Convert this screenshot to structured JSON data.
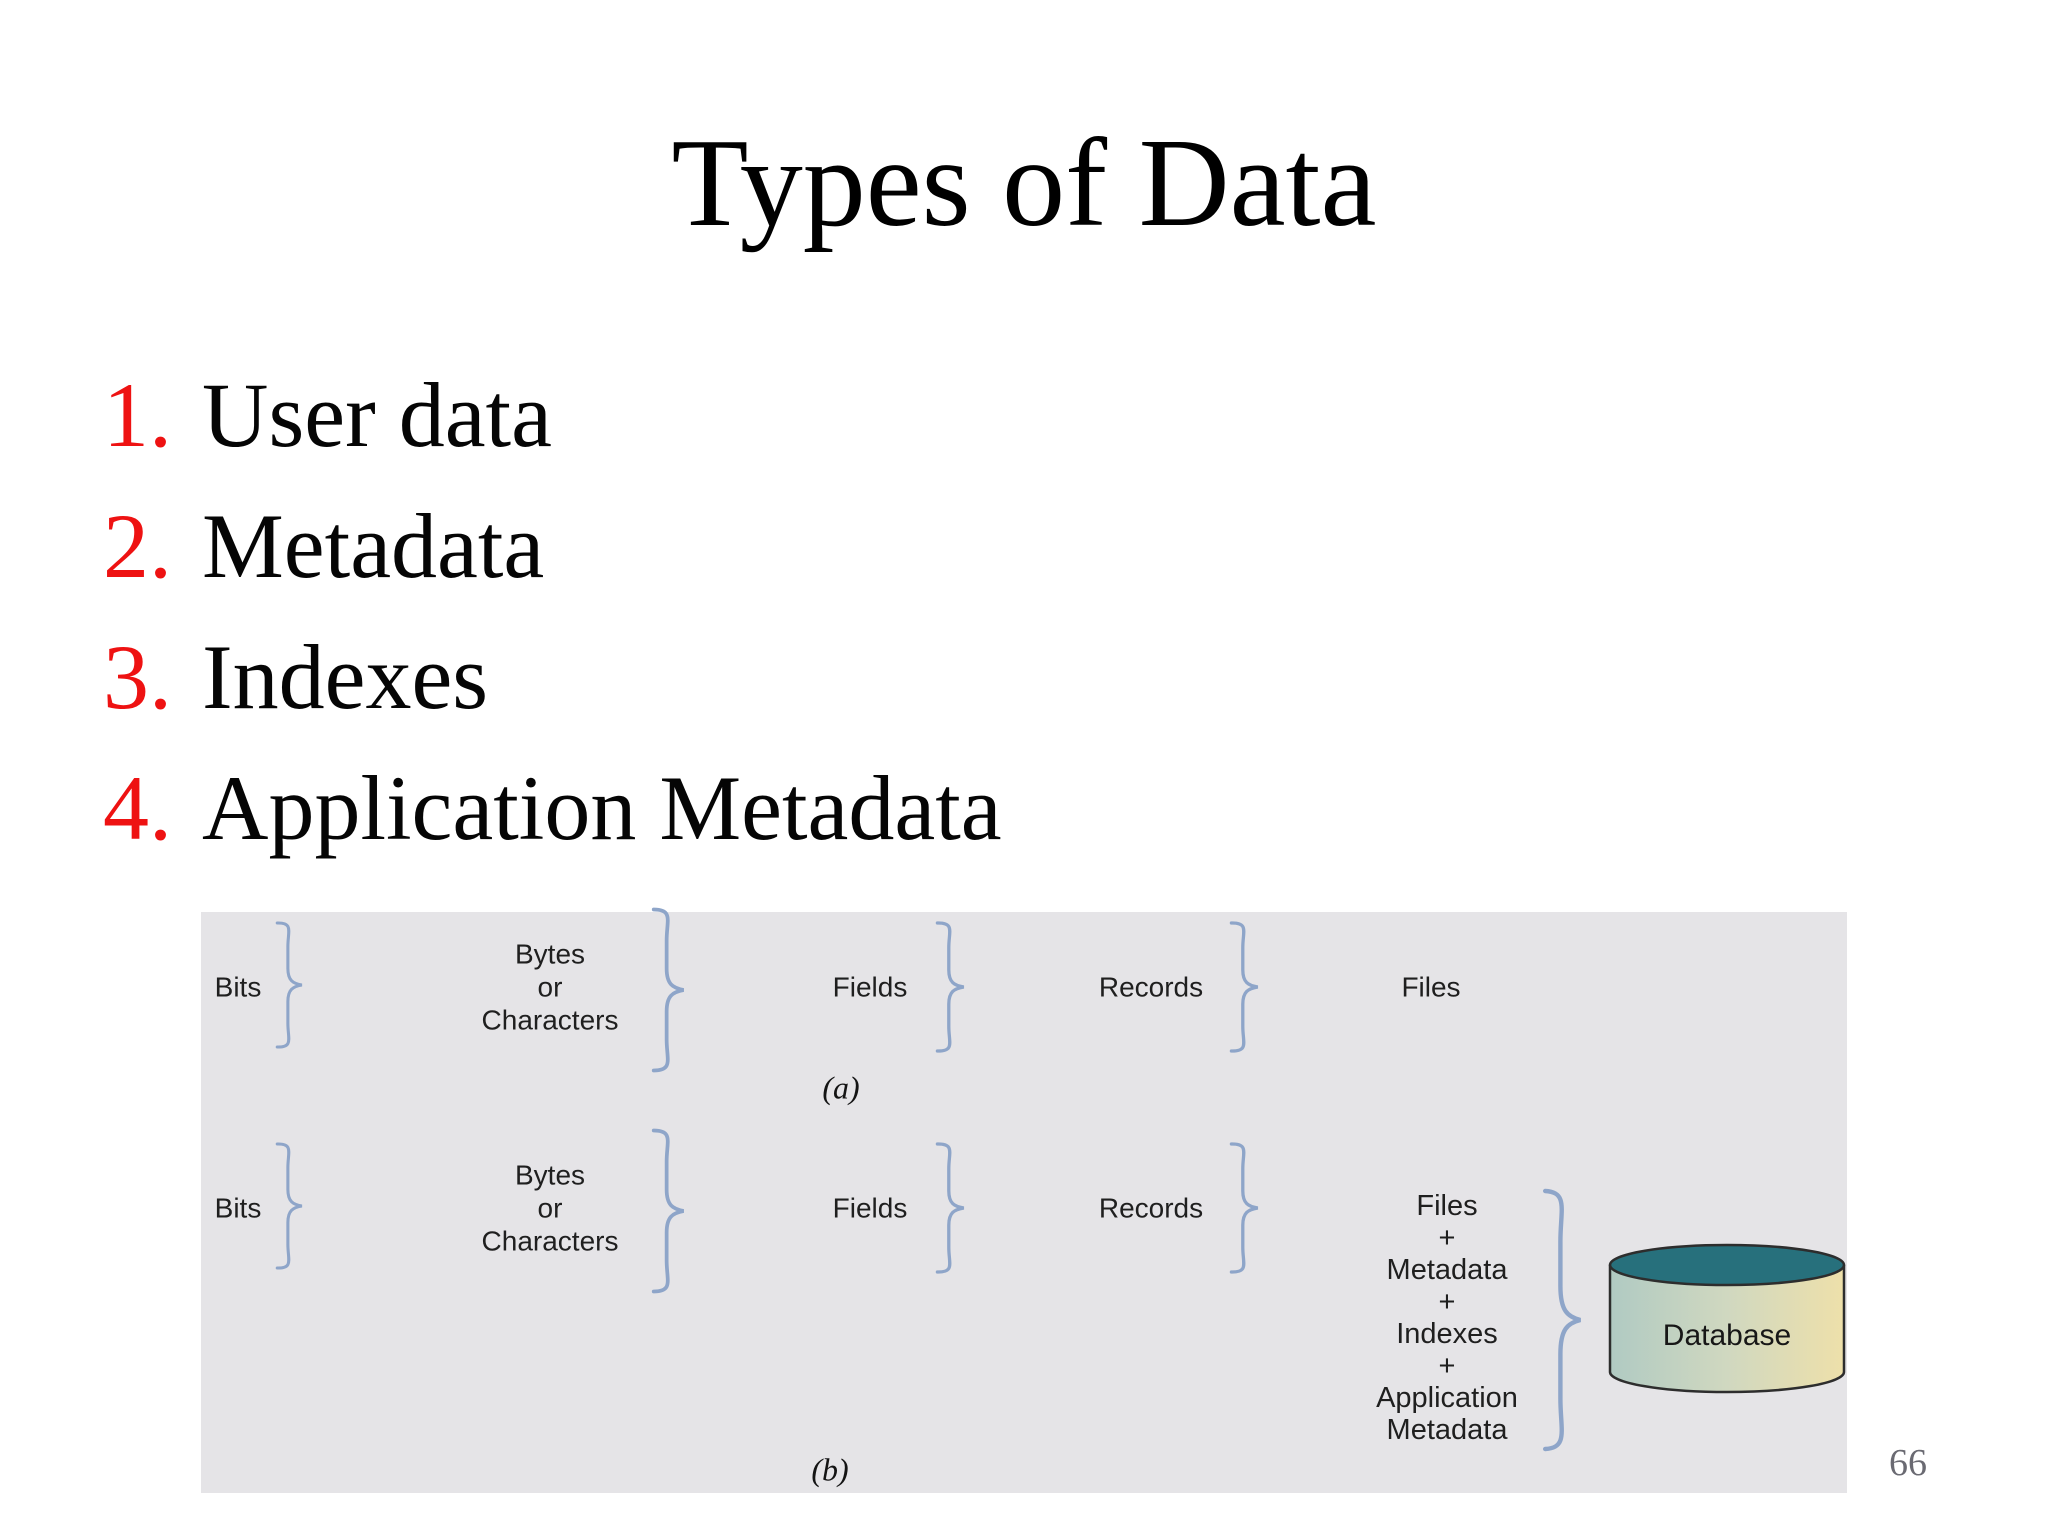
{
  "slide": {
    "title": "Types of Data",
    "page_number": "66"
  },
  "list": {
    "items": [
      {
        "number": "1.",
        "label": "User data"
      },
      {
        "number": "2.",
        "label": "Metadata"
      },
      {
        "number": "3.",
        "label": "Indexes"
      },
      {
        "number": "4.",
        "label": "Application Metadata"
      }
    ]
  },
  "diagram": {
    "caption_a": "(a)",
    "caption_b": "(b)",
    "row_a": {
      "bits": "Bits",
      "bytes_or_characters": "Bytes\nor\nCharacters",
      "fields": "Fields",
      "records": "Records",
      "files": "Files"
    },
    "row_b": {
      "bits": "Bits",
      "bytes_or_characters": "Bytes\nor\nCharacters",
      "fields": "Fields",
      "records": "Records",
      "stack": "Files\n+\nMetadata\n+\nIndexes\n+\nApplication\nMetadata",
      "database_label": "Database"
    },
    "colors": {
      "panel_background": "#e5e4e7",
      "brace": "#8ea5c9",
      "list_number_red": "#ee1212",
      "cylinder_top": "#27707c",
      "cylinder_body_gradient": [
        "#b0cac2",
        "#d0d8c0",
        "#eee0aa"
      ],
      "page_number_gray": "#6a6a72"
    }
  }
}
